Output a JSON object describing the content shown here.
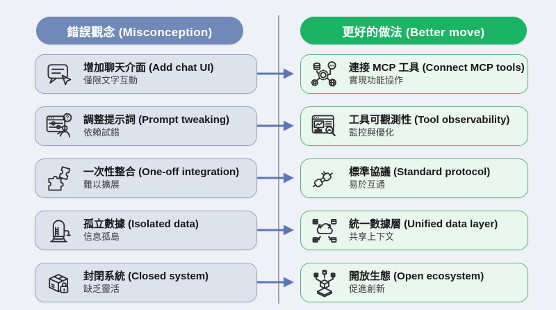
{
  "left_column": {
    "header": "錯誤觀念 (Misconception)",
    "items": [
      {
        "icon": "chat-ui-icon",
        "title": "增加聊天介面 (Add chat UI)",
        "subtitle": "僅限文字互動"
      },
      {
        "icon": "prompt-tweak-icon",
        "title": "調整提示詞 (Prompt tweaking)",
        "subtitle": "依賴試錯"
      },
      {
        "icon": "puzzle-icon",
        "title": "一次性整合 (One-off integration)",
        "subtitle": "難以擴展"
      },
      {
        "icon": "silo-icon",
        "title": "孤立數據 (Isolated data)",
        "subtitle": "信息孤島"
      },
      {
        "icon": "closed-box-icon",
        "title": "封閉系統 (Closed system)",
        "subtitle": "缺乏靈活"
      }
    ]
  },
  "right_column": {
    "header": "更好的做法 (Better move)",
    "items": [
      {
        "icon": "mcp-tools-icon",
        "title": "連接 MCP 工具 (Connect MCP tools)",
        "subtitle": "實現功能協作"
      },
      {
        "icon": "observability-icon",
        "title": "工具可觀測性 (Tool observability)",
        "subtitle": "監控與優化"
      },
      {
        "icon": "protocol-icon",
        "title": "標準協議 (Standard protocol)",
        "subtitle": "易於互通"
      },
      {
        "icon": "data-layer-icon",
        "title": "統一數據層 (Unified data layer)",
        "subtitle": "共享上下文"
      },
      {
        "icon": "ecosystem-icon",
        "title": "開放生態 (Open ecosystem)",
        "subtitle": "促進創新"
      }
    ]
  },
  "colors": {
    "background": "#eef1f6",
    "left_header_bg": "#7089b8",
    "right_header_bg": "#1cb464",
    "left_box_bg": "#dde2ed",
    "left_box_border": "#97a3c2",
    "right_box_bg": "#eaf7ee",
    "right_box_border": "#58b87d",
    "arrow": "#5c78b4",
    "divider": "#99a1ac",
    "title_text": "#17171a",
    "subtitle_text": "#3c3c40"
  }
}
